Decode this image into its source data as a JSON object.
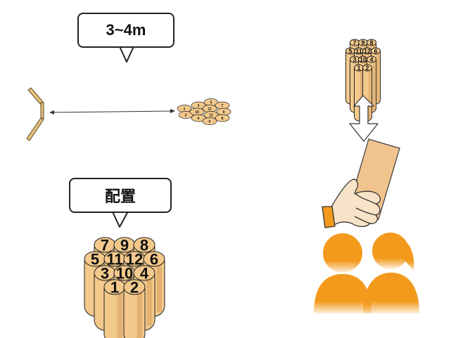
{
  "distance_callout": {
    "label": "3~4m"
  },
  "layout_callout": {
    "label": "配置"
  },
  "pins": {
    "numbers": [
      "7",
      "9",
      "8",
      "5",
      "11",
      "12",
      "6",
      "3",
      "10",
      "4",
      "1",
      "2"
    ]
  },
  "colors": {
    "pin_fill": "#f3c98c",
    "pin_shade": "#d8a35f",
    "person": "#f39a1d",
    "outline": "#222222",
    "paper": "#f1c38d"
  }
}
